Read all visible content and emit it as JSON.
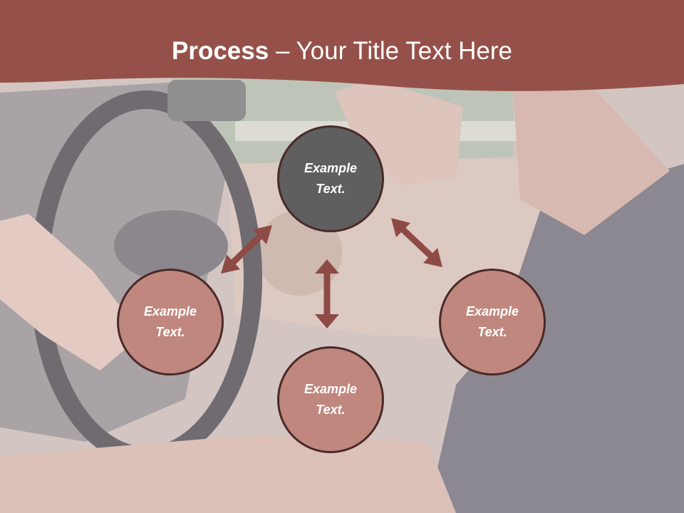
{
  "title": {
    "bold": "Process",
    "rest": " – Your Title Text Here"
  },
  "colors": {
    "banner": "#955149",
    "node_dark": "#5f5f5f",
    "node_rose": "#c0877e",
    "arrow": "#8e4a44",
    "node_border": "#4a2a28"
  },
  "nodes": [
    {
      "line1": "Example",
      "line2": "Text."
    },
    {
      "line1": "Example",
      "line2": "Text."
    },
    {
      "line1": "Example",
      "line2": "Text."
    },
    {
      "line1": "Example",
      "line2": "Text."
    }
  ]
}
